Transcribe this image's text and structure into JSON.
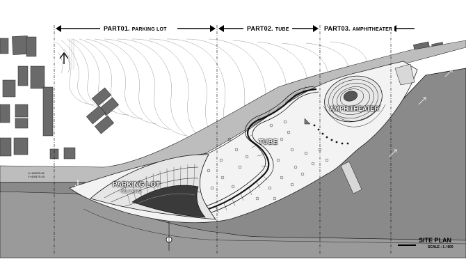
{
  "sections": [
    {
      "label": "PART01.",
      "name": "PARKING LOT"
    },
    {
      "label": "PART02.",
      "name": "TUBE"
    },
    {
      "label": "PART03.",
      "name": "AMPHITHEATER"
    }
  ],
  "zones": {
    "parking": "PARKING LOT",
    "parking_sub": "-50 CARS",
    "tube": "TUBE",
    "amphitheater": "AMPHITHEATER"
  },
  "title": "SITE PLAN",
  "scale": "SCALE : 1 / 800",
  "coords": {
    "left": "X=190978.81\nY=435175.40"
  },
  "icons": [
    "north-arrow-icon",
    "section-arrow-icon"
  ],
  "colors": {
    "river": "#888888",
    "road": "#b8b8b8",
    "building": "#6a6a6a",
    "line": "#000000"
  }
}
